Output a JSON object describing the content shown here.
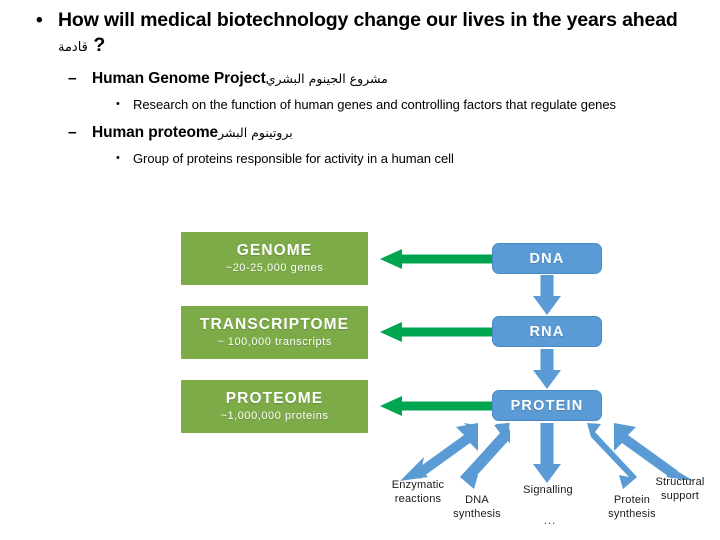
{
  "slide": {
    "bullets": {
      "level1": {
        "marker": "•",
        "text_before": "How will medical biotechnology change our lives in the years ahead ",
        "arabic": "قادمة",
        "text_after": " ?"
      },
      "items": [
        {
          "marker": "–",
          "title": "Human Genome Project",
          "arabic": "مشروع الجينوم البشري",
          "sub": {
            "marker": "•",
            "text": "Research on the function of human genes and controlling factors that regulate genes"
          }
        },
        {
          "marker": "–",
          "title": "Human proteome",
          "arabic": "بروتينوم البشر",
          "sub": {
            "marker": "•",
            "text": "Group of proteins responsible for activity in a human cell"
          }
        }
      ]
    },
    "diagram": {
      "green_boxes": [
        {
          "title": "GENOME",
          "subtitle": "~20-25,000 genes"
        },
        {
          "title": "TRANSCRIPTOME",
          "subtitle": "~ 100,000 transcripts"
        },
        {
          "title": "PROTEOME",
          "subtitle": "~1,000,000 proteins"
        }
      ],
      "blue_boxes": [
        {
          "label": "DNA"
        },
        {
          "label": "RNA"
        },
        {
          "label": "PROTEIN"
        }
      ],
      "fan_labels": [
        {
          "line1": "Enzymatic",
          "line2": "reactions"
        },
        {
          "line1": "DNA",
          "line2": "synthesis"
        },
        {
          "line1": "Signalling",
          "line2": ""
        },
        {
          "line1": "Protein",
          "line2": "synthesis"
        },
        {
          "line1": "Structural",
          "line2": "support"
        }
      ],
      "ellipsis": "…",
      "colors": {
        "green_box": "#7DAB48",
        "blue_box": "#5B9BD5",
        "green_arrow": "#00A550",
        "blue_arrow": "#5B9BD5",
        "text_on_box": "#FFFFFF",
        "body_text": "#000000",
        "background": "#FFFFFF"
      }
    }
  }
}
